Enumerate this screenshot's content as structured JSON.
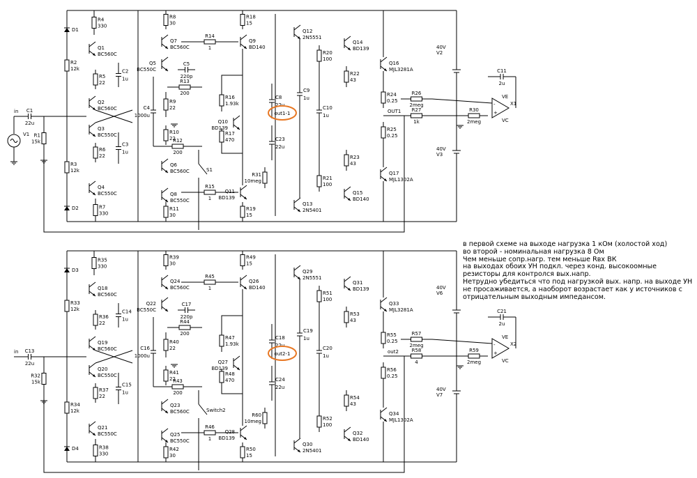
{
  "highlight_color": "#e87722",
  "circuit1": {
    "resistors": [
      {
        "name": "R1",
        "value": "15k"
      },
      {
        "name": "R2",
        "value": "12k"
      },
      {
        "name": "R3",
        "value": "12k"
      },
      {
        "name": "R4",
        "value": "330"
      },
      {
        "name": "R5",
        "value": "22"
      },
      {
        "name": "R6",
        "value": "22"
      },
      {
        "name": "R7",
        "value": "330"
      },
      {
        "name": "R8",
        "value": "30"
      },
      {
        "name": "R9",
        "value": "22"
      },
      {
        "name": "R10",
        "value": "22"
      },
      {
        "name": "R11",
        "value": "30"
      },
      {
        "name": "R12",
        "value": "200"
      },
      {
        "name": "R13",
        "value": "200"
      },
      {
        "name": "R14",
        "value": "1"
      },
      {
        "name": "R15",
        "value": "1"
      },
      {
        "name": "R16",
        "value": "1.93k"
      },
      {
        "name": "R17",
        "value": "470"
      },
      {
        "name": "R18",
        "value": "15"
      },
      {
        "name": "R19",
        "value": "15"
      },
      {
        "name": "R20",
        "value": "100"
      },
      {
        "name": "R21",
        "value": "100"
      },
      {
        "name": "R22",
        "value": "43"
      },
      {
        "name": "R23",
        "value": "43"
      },
      {
        "name": "R24",
        "value": "0.25"
      },
      {
        "name": "R25",
        "value": "0.25"
      },
      {
        "name": "R26",
        "value": "2meg"
      },
      {
        "name": "R27",
        "value": "1k"
      },
      {
        "name": "R30",
        "value": "2meg"
      },
      {
        "name": "R31",
        "value": "10meg"
      }
    ],
    "capacitors": [
      {
        "name": "C1",
        "value": "22u"
      },
      {
        "name": "C2",
        "value": "1u"
      },
      {
        "name": "C3",
        "value": "1u"
      },
      {
        "name": "C4",
        "value": "1000u"
      },
      {
        "name": "C5",
        "value": "220p"
      },
      {
        "name": "C8",
        "value": "22u"
      },
      {
        "name": "C9",
        "value": "1u"
      },
      {
        "name": "C10",
        "value": "1u"
      },
      {
        "name": "C11",
        "value": "2u"
      },
      {
        "name": "C23",
        "value": "22u"
      }
    ],
    "transistors": [
      {
        "name": "Q1",
        "model": "BC560C"
      },
      {
        "name": "Q2",
        "model": "BC560C"
      },
      {
        "name": "Q3",
        "model": "BC550C"
      },
      {
        "name": "Q4",
        "model": "BC550C"
      },
      {
        "name": "Q5",
        "model": "BC550C"
      },
      {
        "name": "Q6",
        "model": "BC560C"
      },
      {
        "name": "Q7",
        "model": "BC560C"
      },
      {
        "name": "Q8",
        "model": "BC550C"
      },
      {
        "name": "Q9",
        "model": "BD140"
      },
      {
        "name": "Q10",
        "model": "BD139"
      },
      {
        "name": "Q11",
        "model": "BD139"
      },
      {
        "name": "Q12",
        "model": "2N5551"
      },
      {
        "name": "Q13",
        "model": "2N5401"
      },
      {
        "name": "Q14",
        "model": "BD139"
      },
      {
        "name": "Q15",
        "model": "BD140"
      },
      {
        "name": "Q16",
        "model": "MJL3281A"
      },
      {
        "name": "Q17",
        "model": "MJL1302A"
      }
    ],
    "others": {
      "d1": "D1",
      "d2": "D2",
      "v1": "V1",
      "v2": "V2",
      "v2_value": "40V",
      "v3": "V3",
      "v3_value": "40V",
      "opamp": "X1",
      "switch": "S1",
      "input": "in",
      "output": "OUT1",
      "probe": "out1-1",
      "ve": "VE",
      "vc": "VC"
    }
  },
  "circuit2": {
    "resistors": [
      {
        "name": "R32",
        "value": "15k"
      },
      {
        "name": "R33",
        "value": "12k"
      },
      {
        "name": "R34",
        "value": "12k"
      },
      {
        "name": "R35",
        "value": "330"
      },
      {
        "name": "R36",
        "value": "22"
      },
      {
        "name": "R37",
        "value": "22"
      },
      {
        "name": "R38",
        "value": "330"
      },
      {
        "name": "R39",
        "value": "30"
      },
      {
        "name": "R40",
        "value": "22"
      },
      {
        "name": "R41",
        "value": "22"
      },
      {
        "name": "R42",
        "value": "30"
      },
      {
        "name": "R43",
        "value": "200"
      },
      {
        "name": "R44",
        "value": "200"
      },
      {
        "name": "R45",
        "value": "1"
      },
      {
        "name": "R46",
        "value": "1"
      },
      {
        "name": "R47",
        "value": "1.93k"
      },
      {
        "name": "R48",
        "value": "470"
      },
      {
        "name": "R49",
        "value": "15"
      },
      {
        "name": "R50",
        "value": "15"
      },
      {
        "name": "R51",
        "value": "100"
      },
      {
        "name": "R52",
        "value": "100"
      },
      {
        "name": "R53",
        "value": "43"
      },
      {
        "name": "R54",
        "value": "43"
      },
      {
        "name": "R55",
        "value": "0.25"
      },
      {
        "name": "R56",
        "value": "0.25"
      },
      {
        "name": "R57",
        "value": "2meg"
      },
      {
        "name": "R58",
        "value": "4"
      },
      {
        "name": "R59",
        "value": "2meg"
      },
      {
        "name": "R60",
        "value": "10meg"
      }
    ],
    "capacitors": [
      {
        "name": "C13",
        "value": "22u"
      },
      {
        "name": "C14",
        "value": "1u"
      },
      {
        "name": "C15",
        "value": "1u"
      },
      {
        "name": "C16",
        "value": "1000u"
      },
      {
        "name": "C17",
        "value": "220p"
      },
      {
        "name": "C18",
        "value": "22u"
      },
      {
        "name": "C19",
        "value": "1u"
      },
      {
        "name": "C20",
        "value": "1u"
      },
      {
        "name": "C21",
        "value": "2u"
      },
      {
        "name": "C24",
        "value": "22u"
      }
    ],
    "transistors": [
      {
        "name": "Q18",
        "model": "BC560C"
      },
      {
        "name": "Q19",
        "model": "BC560C"
      },
      {
        "name": "Q20",
        "model": "BC550C"
      },
      {
        "name": "Q21",
        "model": "BC550C"
      },
      {
        "name": "Q22",
        "model": "BC550C"
      },
      {
        "name": "Q23",
        "model": "BC560C"
      },
      {
        "name": "Q24",
        "model": "BC560C"
      },
      {
        "name": "Q25",
        "model": "BC550C"
      },
      {
        "name": "Q26",
        "model": "BD140"
      },
      {
        "name": "Q27",
        "model": "BD139"
      },
      {
        "name": "Q28",
        "model": "BD139"
      },
      {
        "name": "Q29",
        "model": "2N5551"
      },
      {
        "name": "Q30",
        "model": "2N5401"
      },
      {
        "name": "Q31",
        "model": "BD139"
      },
      {
        "name": "Q32",
        "model": "BD140"
      },
      {
        "name": "Q33",
        "model": "MJL3281A"
      },
      {
        "name": "Q34",
        "model": "MJL1302A"
      }
    ],
    "others": {
      "d3": "D3",
      "d4": "D4",
      "v6": "V6",
      "v6_value": "40V",
      "v7": "V7",
      "v7_value": "40V",
      "opamp": "X2",
      "switch": "Switch2",
      "input": "in",
      "output": "out2",
      "probe": "out2-1",
      "ve": "VE",
      "vc": "VC"
    }
  },
  "note_lines": [
    "в первой схеме на выходе нагрузка 1 кОм (холостой ход)",
    "во второй - номинальная нагрузка 8 Ом",
    "Чем меньше сопр.нагр. тем меньше Rвх ВК",
    "на выходах обоих УН подкл. через конд. высокоомные",
    "резисторы для контролся вых.напр.",
    "Нетрудно убедиться что под нагрузкой вых. напр. на выходе УН",
    "не просаживается, а наоборот возрастает как у источников с",
    "отрицательным выходным импедансом."
  ]
}
